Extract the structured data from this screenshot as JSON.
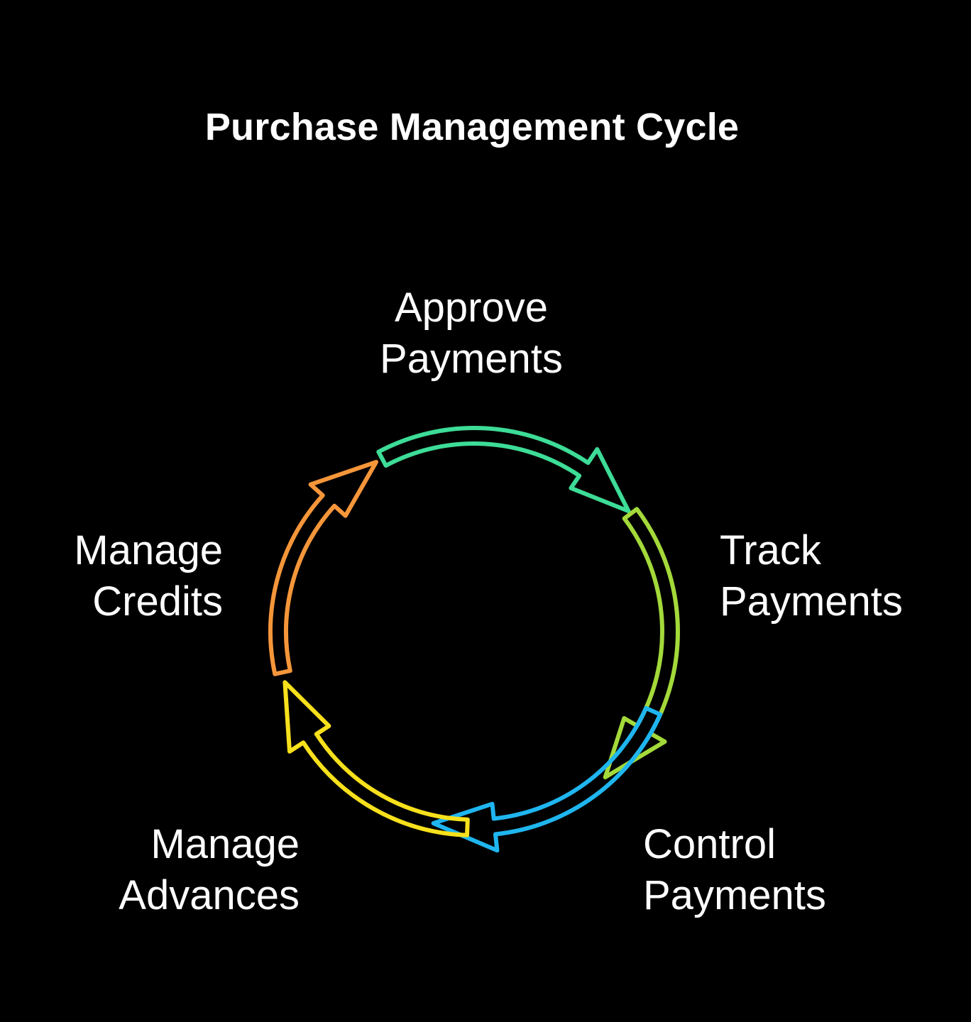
{
  "title": "Purchase Management Cycle",
  "steps": [
    {
      "line1": "Approve",
      "line2": "Payments",
      "color": "#3ddc97"
    },
    {
      "line1": "Track",
      "line2": "Payments",
      "color": "#a3d93a"
    },
    {
      "line1": "Control",
      "line2": "Payments",
      "color": "#1fb6f0"
    },
    {
      "line1": "Manage",
      "line2": "Advances",
      "color": "#f7e01c"
    },
    {
      "line1": "Manage",
      "line2": "Credits",
      "color": "#f5963a"
    }
  ],
  "background": "#000000",
  "icon": "circular-arrow-cycle"
}
